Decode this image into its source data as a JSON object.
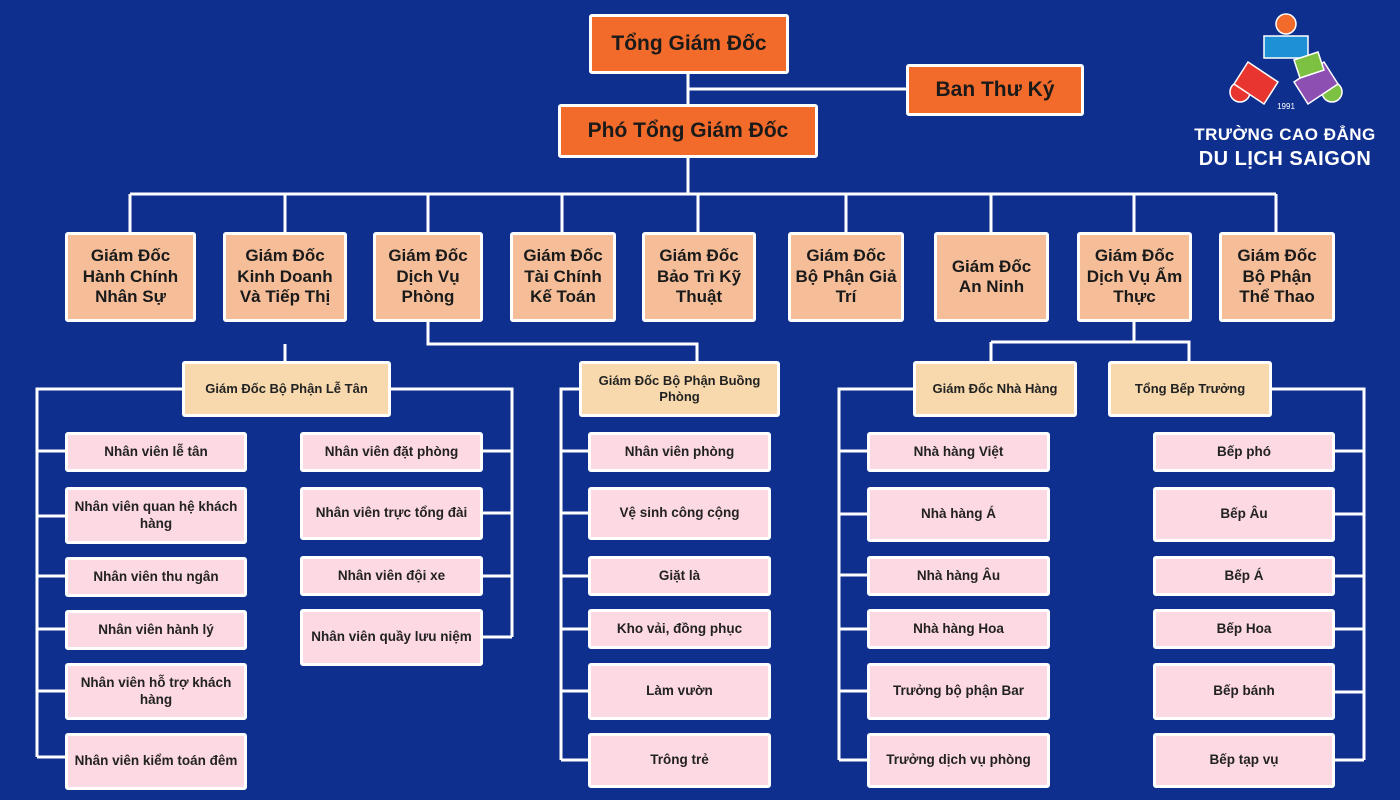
{
  "top": {
    "ceo": "Tổng Giám Đốc",
    "secretariat": "Ban Thư Ký",
    "deputy": "Phó Tổng Giám Đốc"
  },
  "directors": [
    "Giám Đốc Hành Chính Nhân Sự",
    "Giám Đốc Kinh Doanh Và Tiếp Thị",
    "Giám Đốc Dịch Vụ Phòng",
    "Giám Đốc Tài Chính Kế Toán",
    "Giám Đốc Bảo Trì Kỹ Thuật",
    "Giám Đốc Bộ Phận Giả Trí",
    "Giám Đốc An Ninh",
    "Giám Đốc Dịch Vụ Ẩm Thực",
    "Giám Đốc Bộ Phận Thể Thao"
  ],
  "front_office": {
    "title": "Giám Đốc Bộ Phận Lễ Tân",
    "col1": [
      "Nhân viên lễ tân",
      "Nhân viên quan hệ khách hàng",
      "Nhân viên thu ngân",
      "Nhân viên hành lý",
      "Nhân viên hỗ trợ khách hàng",
      "Nhân viên kiểm toán đêm"
    ],
    "col2": [
      "Nhân viên đặt phòng",
      "Nhân viên trực tổng đài",
      "Nhân viên đội xe",
      "Nhân viên quầy lưu niệm"
    ]
  },
  "housekeeping": {
    "title": "Giám Đốc Bộ Phận Buồng Phòng",
    "items": [
      "Nhân viên phòng",
      "Vệ sinh công cộng",
      "Giặt là",
      "Kho vải, đồng phục",
      "Làm vườn",
      "Trông trẻ"
    ]
  },
  "restaurant": {
    "title": "Giám Đốc Nhà Hàng",
    "items": [
      "Nhà hàng Việt",
      "Nhà hàng Á",
      "Nhà hàng Âu",
      "Nhà hàng Hoa",
      "Trưởng bộ phận Bar",
      "Trưởng dịch vụ phòng"
    ]
  },
  "kitchen": {
    "title": "Tổng Bếp Trưởng",
    "items": [
      "Bếp phó",
      "Bếp Âu",
      "Bếp Á",
      "Bếp Hoa",
      "Bếp bánh",
      "Bếp tạp vụ"
    ]
  },
  "logo": {
    "year": "1991",
    "line1": "TRƯỜNG CAO ĐẲNG",
    "line2": "DU LỊCH SAIGON"
  },
  "colors": {
    "background": "#0f2f8f",
    "top": "#f36b2b",
    "director": "#f5be99",
    "manager": "#f7d9ad",
    "staff": "#fdd9e3"
  }
}
